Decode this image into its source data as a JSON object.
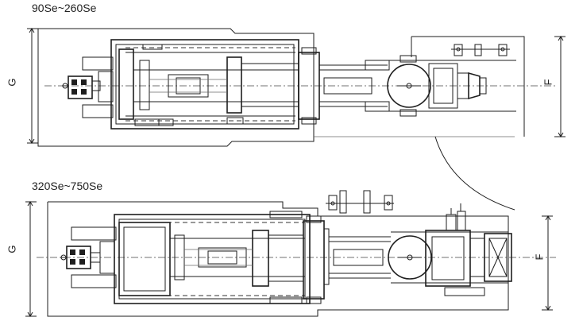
{
  "diagrams": [
    {
      "title": "90Se~260Se",
      "dim_left": "G",
      "dim_right": "F"
    },
    {
      "title": "320Se~750Se",
      "dim_left": "G",
      "dim_right": "F"
    }
  ],
  "colors": {
    "line": "#1e1e1e",
    "light": "#6a6a6a",
    "background": "#ffffff"
  }
}
